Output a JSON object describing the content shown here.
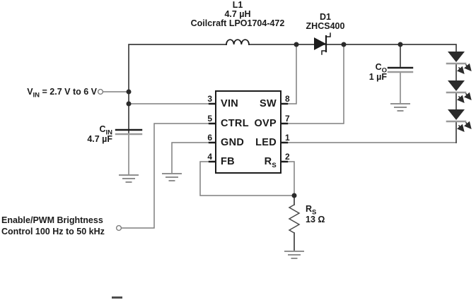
{
  "diagram": {
    "type": "circuit-schematic",
    "colors": {
      "wire": "#7f7f7f",
      "rail": "#3f3f3f",
      "component": "#1c1c1c",
      "pale": "#9a9a9a",
      "text": "#1a1a1a",
      "background": "#ffffff"
    },
    "input_supply": {
      "ref_main": "V",
      "ref_sub": "IN",
      "text": " = 2.7 V to 6 V"
    },
    "enable": {
      "line1": "Enable/PWM Brightness",
      "line2": "Control 100 Hz to 50 kHz"
    },
    "inductor": {
      "ref": "L1",
      "value": "4.7 µH",
      "part": "Coilcraft LPO1704-472"
    },
    "diode": {
      "ref": "D1",
      "part": "ZHCS400"
    },
    "cap_in": {
      "ref_main": "C",
      "ref_sub": "IN",
      "value": "4.7 µF"
    },
    "cap_out": {
      "ref_main": "C",
      "ref_sub": "O",
      "value": "1 µF"
    },
    "sense_resistor": {
      "ref_main": "R",
      "ref_sub": "S",
      "value": "13 Ω"
    },
    "ic": {
      "left_pins": [
        {
          "num": "3",
          "label": "VIN"
        },
        {
          "num": "5",
          "label": "CTRL"
        },
        {
          "num": "6",
          "label": "GND"
        },
        {
          "num": "4",
          "label": "FB"
        }
      ],
      "right_pins": [
        {
          "num": "8",
          "label_main": "SW",
          "label_sub": ""
        },
        {
          "num": "7",
          "label_main": "OVP",
          "label_sub": ""
        },
        {
          "num": "1",
          "label_main": "LED",
          "label_sub": ""
        },
        {
          "num": "2",
          "label_main": "R",
          "label_sub": "S"
        }
      ]
    },
    "led_count": 3
  }
}
